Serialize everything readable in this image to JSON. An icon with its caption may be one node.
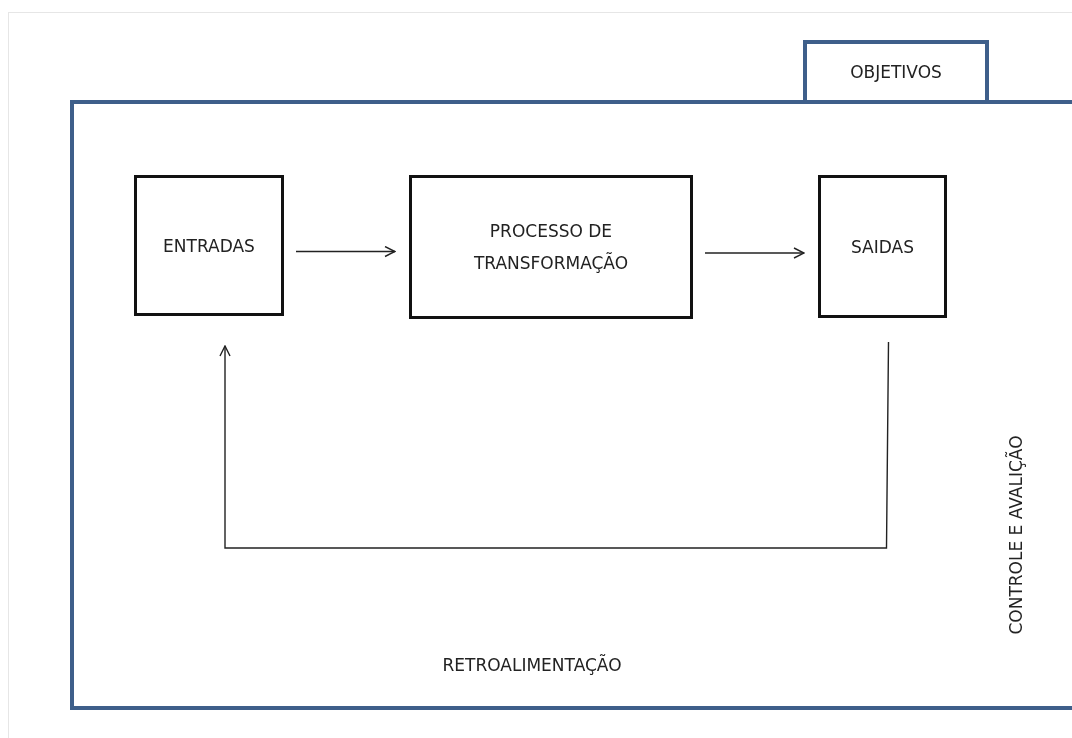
{
  "diagram": {
    "nodes": [
      {
        "text": [],
        "shape": "box"
      },
      {
        "text": [
          "OBJETIVOS"
        ]
      },
      {
        "text": [
          "ENTRADAS"
        ],
        "in": 0
      },
      {
        "text": [
          "PROCESSO DE TRANSFORMAÇÃO"
        ],
        "in": 0
      },
      {
        "text": [
          "SAIDAS"
        ],
        "in": 0
      }
    ],
    "edges": [
      {
        "from": 2,
        "to": 3,
        "arrow": "to"
      },
      {
        "from": 3,
        "to": 4,
        "arrow": "to"
      },
      {
        "from": 4,
        "to": 2,
        "arrow": "to"
      }
    ],
    "labels": [
      "CONTROLE E AVALIÇÃO",
      "RETROALIMENTAÇÃO"
    ]
  }
}
